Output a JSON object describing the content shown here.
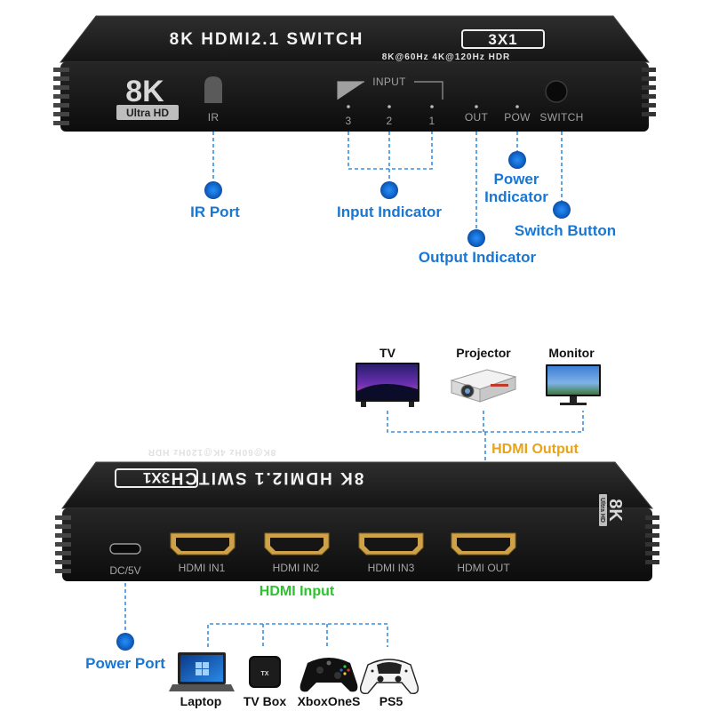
{
  "device_top": {
    "title": "8K HDMI2.1 SWITCH",
    "badge": "3X1",
    "spec": "8K@60Hz  4K@120Hz  HDR",
    "logo_big": "8K",
    "logo_small": "Ultra HD",
    "ir_label": "IR",
    "input_label": "INPUT",
    "input_nums": [
      "3",
      "2",
      "1"
    ],
    "out_label": "OUT",
    "pow_label": "POW",
    "switch_label": "SWITCH"
  },
  "callouts": {
    "ir_port": "IR Port",
    "input_indicator": "Input Indicator",
    "power_indicator_line1": "Power",
    "power_indicator_line2": "Indicator",
    "switch_button": "Switch Button",
    "output_indicator": "Output Indicator"
  },
  "outputs": {
    "devices": [
      "TV",
      "Projector",
      "Monitor"
    ],
    "label": "HDMI Output"
  },
  "device_bottom": {
    "title": "8K HDMI2.1 SWITCH",
    "badge": "3X1",
    "spec": "8K@60Hz  4K@120Hz  HDR",
    "logo_big": "8K",
    "logo_small": "Ultra HD",
    "dc_label": "DC/5V",
    "ports": [
      "HDMI IN1",
      "HDMI IN2",
      "HDMI IN3",
      "HDMI OUT"
    ]
  },
  "inputs": {
    "label": "HDMI Input",
    "power_port": "Power Port",
    "devices": [
      "Laptop",
      "TV Box",
      "XboxOneS",
      "PS5"
    ],
    "tvbox_text": "TX"
  },
  "colors": {
    "callout_blue": "#1877d4",
    "output_orange": "#e8a317",
    "input_green": "#2fc02f",
    "device_body": "#1b1b1b"
  }
}
